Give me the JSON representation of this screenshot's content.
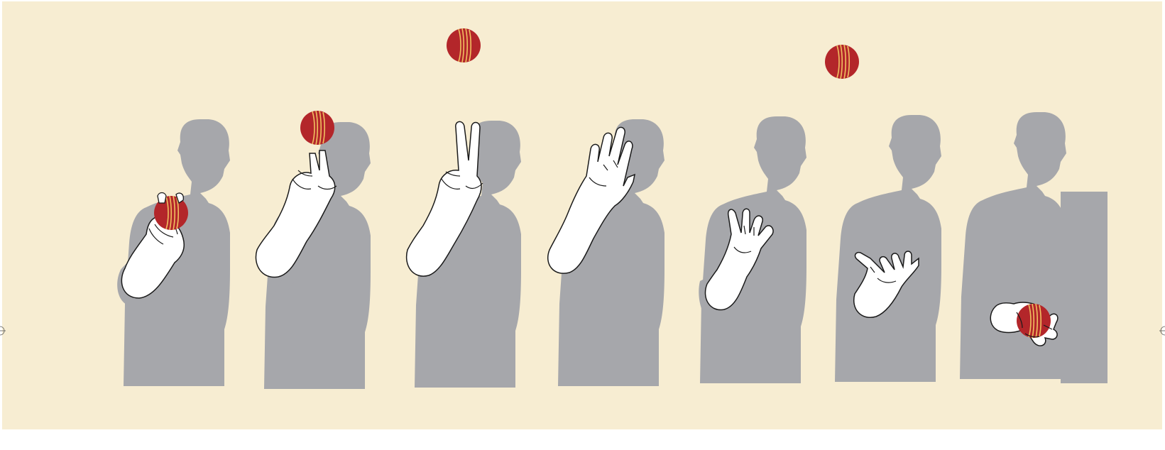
{
  "colors": {
    "background": "#f7edd2",
    "silhouette": "#a6a7ab",
    "shadow": "#a6a7ab",
    "hand_fill": "#ffffff",
    "hand_stroke": "#1a1a1a",
    "ball": "#b3262a",
    "ball_seam": "#f0c060",
    "border": "#ffffff"
  },
  "figures": [
    {
      "id": 1,
      "gesture": "holding-ball",
      "ball_in_hand": true
    },
    {
      "id": 2,
      "gesture": "ball-on-two-fingers",
      "ball_in_hand": true
    },
    {
      "id": 3,
      "gesture": "two-fingers-up",
      "ball_in_hand": false
    },
    {
      "id": 4,
      "gesture": "open-hand-release",
      "ball_in_hand": false
    },
    {
      "id": 5,
      "gesture": "open-hand-follow-through",
      "ball_in_hand": false
    },
    {
      "id": 6,
      "gesture": "open-hand-down",
      "ball_in_hand": false
    },
    {
      "id": 7,
      "gesture": "catching-ball",
      "ball_in_hand": true
    }
  ],
  "airborne_balls": 2
}
